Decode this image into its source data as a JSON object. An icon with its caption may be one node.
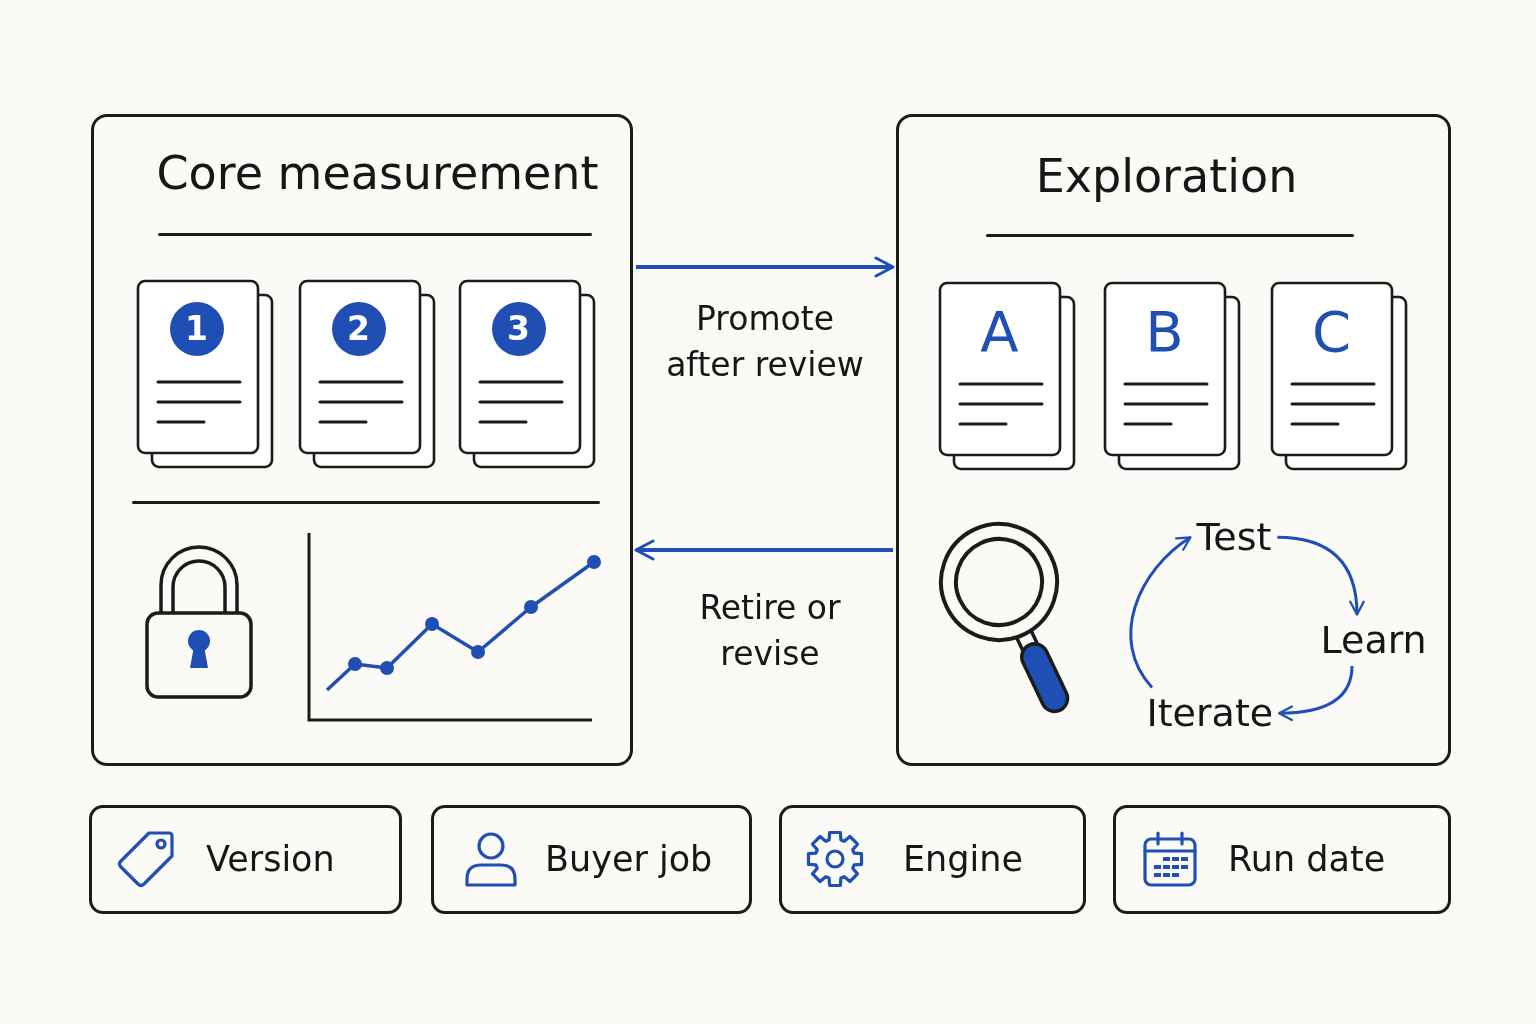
{
  "diagram": {
    "nodes": [
      {
        "text": [
          "Core measurement"
        ]
      },
      {
        "text": [
          "1"
        ],
        "in": 0
      },
      {
        "text": [
          "2"
        ],
        "in": 0
      },
      {
        "text": [
          "3"
        ],
        "in": 0
      },
      {
        "text": [
          "Exploration"
        ]
      },
      {
        "text": [
          "A"
        ],
        "in": 4
      },
      {
        "text": [
          "B"
        ],
        "in": 4
      },
      {
        "text": [
          "C"
        ],
        "in": 4
      },
      {
        "text": [
          "Test"
        ],
        "in": 4
      },
      {
        "text": [
          "Learn"
        ],
        "in": 4
      },
      {
        "text": [
          "Iterate"
        ],
        "in": 4
      },
      {
        "text": [
          "Version"
        ]
      },
      {
        "text": [
          "Buyer job"
        ]
      },
      {
        "text": [
          "Engine"
        ]
      },
      {
        "text": [
          "Run date"
        ]
      }
    ],
    "edges": [
      {
        "from": 0,
        "to": 4,
        "arrow": "to",
        "label": "Promote after review"
      },
      {
        "from": 4,
        "to": 0,
        "arrow": "to",
        "label": "Retire or revise"
      },
      {
        "from": 8,
        "to": 9,
        "arrow": "to"
      },
      {
        "from": 9,
        "to": 10,
        "arrow": "to"
      },
      {
        "from": 10,
        "to": 8,
        "arrow": "to"
      }
    ]
  }
}
